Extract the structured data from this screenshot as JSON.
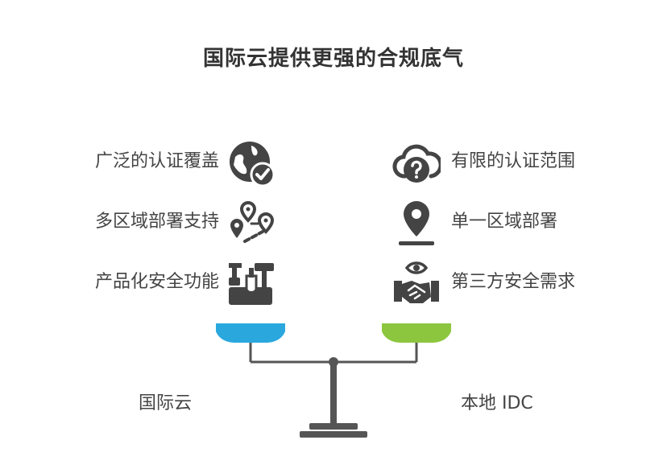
{
  "title": "国际云提供更强的合规底气",
  "left": {
    "name": "国际云",
    "color": "#2aa8de",
    "items": [
      {
        "label": "广泛的认证覆盖",
        "icon": "globe-check-icon"
      },
      {
        "label": "多区域部署支持",
        "icon": "map-pins-icon"
      },
      {
        "label": "产品化安全功能",
        "icon": "toolbox-icon"
      }
    ]
  },
  "right": {
    "name": "本地 IDC",
    "color": "#8cc63f",
    "items": [
      {
        "label": "有限的认证范围",
        "icon": "cloud-question-icon"
      },
      {
        "label": "单一区域部署",
        "icon": "location-pin-icon"
      },
      {
        "label": "第三方安全需求",
        "icon": "handshake-eye-icon"
      }
    ]
  },
  "colors": {
    "icon": "#444444",
    "scale": "#555555"
  }
}
